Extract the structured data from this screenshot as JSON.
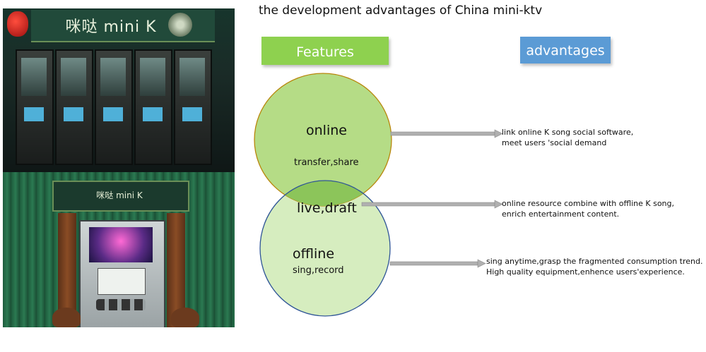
{
  "title": "the development advantages of China mini-ktv",
  "headers": {
    "features": "Features",
    "advantages": "advantages"
  },
  "photo": {
    "sign_text": "咪哒 mini K",
    "arch_text": "咪哒 mini K"
  },
  "circles": {
    "online": {
      "title": "online",
      "sub": "transfer,share",
      "color": "#b5dc86",
      "border": "#b8860b"
    },
    "overlap": {
      "title": "live,draft",
      "color": "#8cc55a"
    },
    "offline": {
      "title": "offline",
      "sub": "sing,record",
      "color": "#d6edbf",
      "border": "#2f5597"
    }
  },
  "advantages": [
    {
      "line1": "link online K song social software,",
      "line2": "meet users 'social demand"
    },
    {
      "line1": "online resource combine with offline K song,",
      "line2": "enrich entertainment content."
    },
    {
      "line1": "sing anytime,grasp the fragmented consumption trend.",
      "line2": "High quality equipment,enhence users'experience."
    }
  ],
  "arrow_color": "#b0b0b0"
}
